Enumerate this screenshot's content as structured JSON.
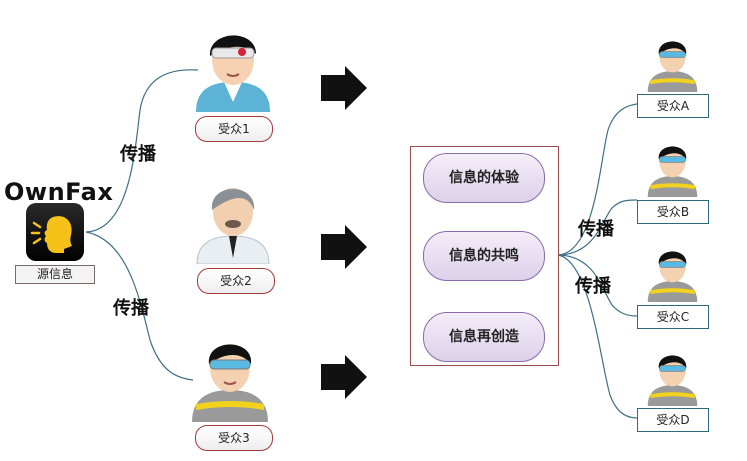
{
  "brand": "OwnFax",
  "source": {
    "label": "源信息"
  },
  "spread_label": "传播",
  "audiences": [
    "受众1",
    "受众2",
    "受众3"
  ],
  "experiences": [
    "信息的体验",
    "信息的共鸣",
    "信息再创造"
  ],
  "right_audiences": [
    "受众A",
    "受众B",
    "受众C",
    "受众D"
  ],
  "colors": {
    "connector": "#3f6f86",
    "arrow": "#111111",
    "audience_border": "#a43a3a",
    "pill_border": "#8a6aa8"
  },
  "icons": [
    "speaking-head-icon",
    "person-with-goggles-icon",
    "man-in-suit-icon",
    "person-with-headband-icon"
  ]
}
